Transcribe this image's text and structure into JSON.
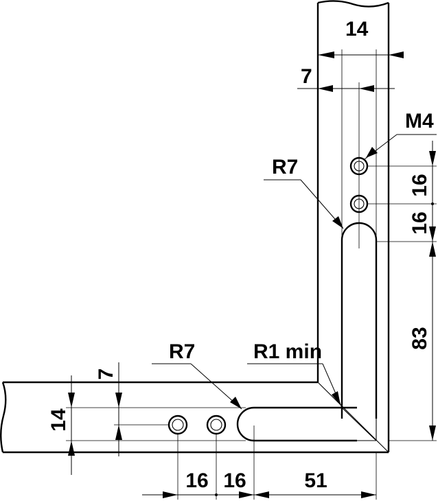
{
  "labels": {
    "top_width": "14",
    "top_half": "7",
    "thread": "M4",
    "vert_radius": "R7",
    "vert_spacing_1": "16",
    "vert_spacing_2": "16",
    "vert_slot_length": "83",
    "horiz_radius": "R7",
    "corner_radius": "R1 min",
    "left_half": "7",
    "left_width": "14",
    "horiz_spacing_1": "16",
    "horiz_spacing_2": "16",
    "horiz_slot_length": "51"
  }
}
